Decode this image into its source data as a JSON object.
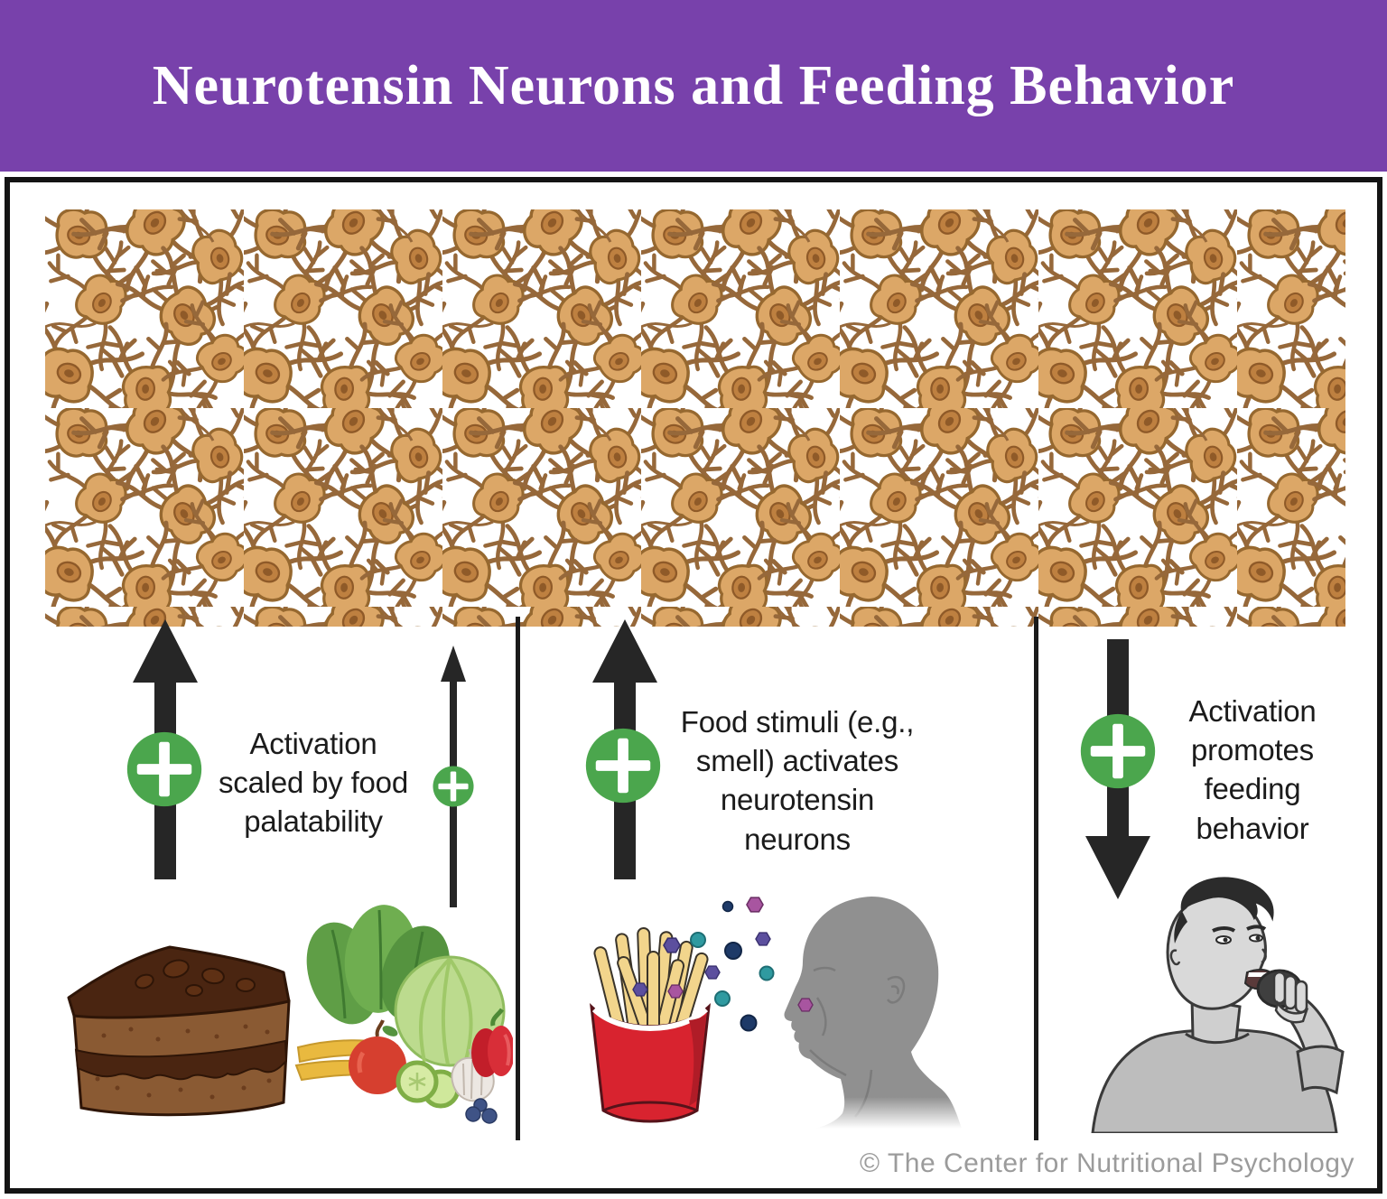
{
  "header": {
    "title": "Neurotensin Neurons and Feeding Behavior",
    "background_color": "#7841AB",
    "text_color": "#FFFFFF"
  },
  "panel": {
    "border_color": "#141414",
    "background_color": "#FFFFFF"
  },
  "neuron_field": {
    "description": "dense band of neurotensin neurons",
    "cell_fill": "#DCA767",
    "cell_outline": "#96682F",
    "nucleus_fill": "#BE8040",
    "nucleus_core": "#8F5A28",
    "branch_color": "#96683A"
  },
  "accent_colors": {
    "plus_green": "#4BA64D",
    "arrow_black": "#262626",
    "divider_black": "#1A1A1A"
  },
  "columns": [
    {
      "id": "palatability",
      "arrow": "up-thick",
      "secondary_arrow": "up-thin",
      "label": "Activation scaled by food palatability",
      "label_lines": [
        "Activation",
        "scaled by food",
        "palatability"
      ],
      "illustrations": [
        "chocolate-cake",
        "vegetables"
      ]
    },
    {
      "id": "food-stimuli",
      "arrow": "up-thick",
      "label": "Food stimuli (e.g., smell) activates neurotensin neurons",
      "label_lines": [
        "Food stimuli (e.g.,",
        "smell) activates",
        "neurotensin",
        "neurons"
      ],
      "illustrations": [
        "french-fries",
        "scent-molecules",
        "human-head-profile"
      ]
    },
    {
      "id": "feeding-behavior",
      "arrow": "down-thick",
      "label": "Activation promotes feeding behavior",
      "label_lines": [
        "Activation",
        "promotes",
        "feeding",
        "behavior"
      ],
      "illustrations": [
        "man-eating"
      ]
    }
  ],
  "molecule_colors": {
    "navy": "#1E3A68",
    "teal": "#2F9AA0",
    "purple": "#5C4F9E",
    "magenta": "#A855A0"
  },
  "footer": {
    "copyright": "© The Center for Nutritional Psychology",
    "text_color": "#9B9B9B"
  }
}
